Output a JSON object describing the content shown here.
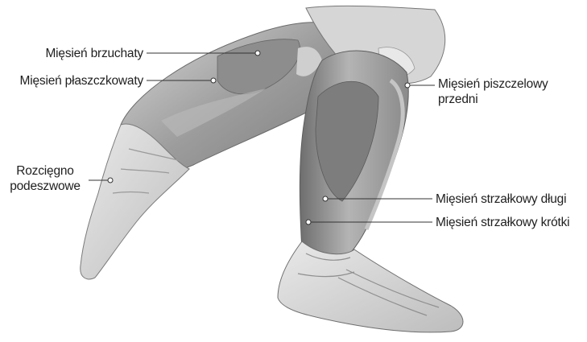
{
  "labels": {
    "gastrocnemius": "Mięsień brzuchaty",
    "soleus": "Mięsień płaszczkowaty",
    "plantar_fascia_line1": "Rozcięgno",
    "plantar_fascia_line2": "podeszwowe",
    "tibialis_anterior_line1": "Mięsień piszczelowy",
    "tibialis_anterior_line2": "przedni",
    "peroneus_longus": "Mięsień strzałkowy długi",
    "peroneus_brevis": "Mięsień strzałkowy krótki"
  },
  "colors": {
    "background": "#ffffff",
    "text": "#1f1f1f",
    "leader_line": "#333333",
    "muscle_shade": "#9a9a9a"
  }
}
